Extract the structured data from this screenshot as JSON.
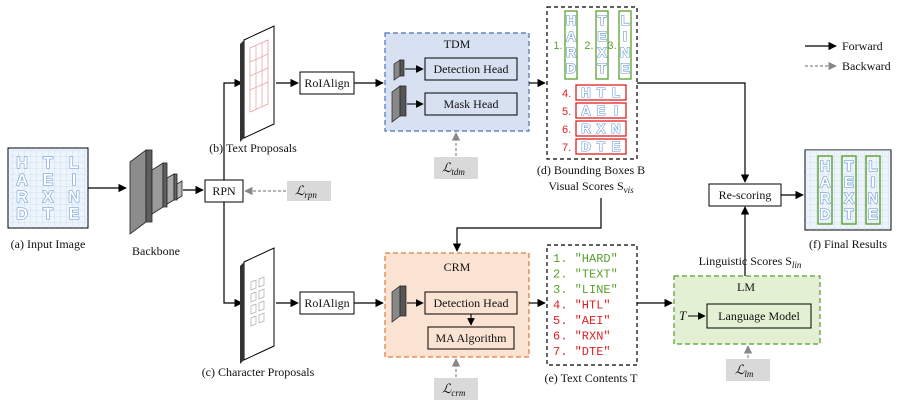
{
  "input_image": {
    "caption": "(a) Input Image",
    "words": [
      {
        "letters": [
          "H",
          "T",
          "L"
        ]
      },
      {
        "letters": [
          "A",
          "E",
          "I"
        ]
      },
      {
        "letters": [
          "R",
          "X",
          "N"
        ]
      },
      {
        "letters": [
          "D",
          "T",
          "E"
        ]
      }
    ]
  },
  "backbone_label": "Backbone",
  "rpn_label": "RPN",
  "text_proposals_caption": "(b) Text Proposals",
  "char_proposals_caption": "(c) Character Proposals",
  "roialign_label": "RoIAlign",
  "tdm": {
    "title": "TDM",
    "detection_head": "Detection Head",
    "mask_head": "Mask Head",
    "color": "#6f8fc7"
  },
  "crm": {
    "title": "CRM",
    "detection_head": "Detection Head",
    "ma_algorithm": "MA Algorithm",
    "color": "#e08a4a"
  },
  "bounding_boxes": {
    "vertical": [
      {
        "index": "1.",
        "word": "HARD"
      },
      {
        "index": "2.",
        "word": "TEXT"
      },
      {
        "index": "3.",
        "word": "LINE"
      }
    ],
    "horizontal": [
      {
        "index": "4.",
        "word": "HTL"
      },
      {
        "index": "5.",
        "word": "AEI"
      },
      {
        "index": "6.",
        "word": "RXN"
      },
      {
        "index": "7.",
        "word": "DTE"
      }
    ],
    "caption_line1": "(d) Bounding Boxes B",
    "caption_line2": "Visual Scores S",
    "caption_line2_sub": "vis"
  },
  "text_contents": {
    "items": [
      {
        "index": "1.",
        "text": "\"HARD\""
      },
      {
        "index": "2.",
        "text": "\"TEXT\""
      },
      {
        "index": "3.",
        "text": "\"LINE\""
      },
      {
        "index": "4.",
        "text": "\"HTL\""
      },
      {
        "index": "5.",
        "text": "\"AEI\""
      },
      {
        "index": "6.",
        "text": "\"RXN\""
      },
      {
        "index": "7.",
        "text": "\"DTE\""
      }
    ],
    "caption": "(e) Text Contents T"
  },
  "losses": {
    "rpn": {
      "main": "ℒ",
      "sub": "rpn"
    },
    "tdm": {
      "main": "ℒ",
      "sub": "tdm"
    },
    "crm": {
      "main": "ℒ",
      "sub": "crm"
    },
    "lm": {
      "main": "ℒ",
      "sub": "lm"
    }
  },
  "rescoring_label": "Re-scoring",
  "lm": {
    "title": "LM",
    "inner": "Language Model",
    "input": "T",
    "color": "#6fa84a"
  },
  "linguistic_scores": {
    "main": "Linguistic Scores S",
    "sub": "lin"
  },
  "final_results_caption": "(f) Final Results",
  "final_results_words": [
    "HARD",
    "TEXT",
    "LINE"
  ],
  "legend": {
    "forward": "Forward",
    "backward": "Backward"
  },
  "colors": {
    "green_text": "#5aa02c",
    "red_text": "#e02020",
    "blue_text": "#5b8fd6",
    "loss_bg": "#d9d9d9"
  }
}
